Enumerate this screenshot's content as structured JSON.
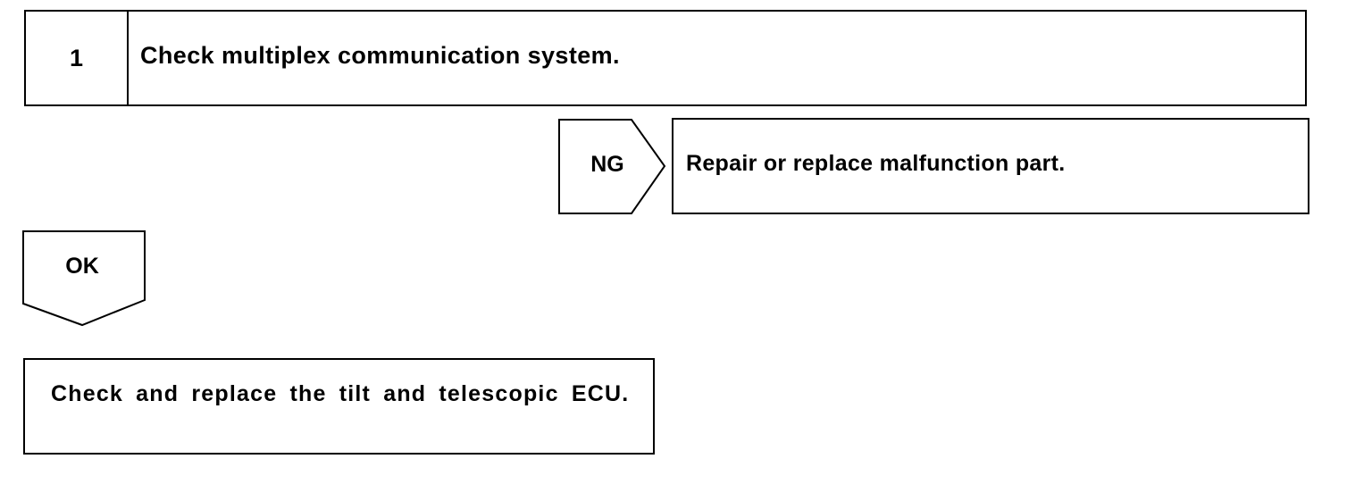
{
  "step": {
    "number": "1",
    "title": "Check multiplex communication system."
  },
  "ng_branch": {
    "label": "NG",
    "result": "Repair or replace malfunction part."
  },
  "ok_branch": {
    "label": "OK",
    "result": "Check and replace the tilt and telescopic ECU."
  }
}
